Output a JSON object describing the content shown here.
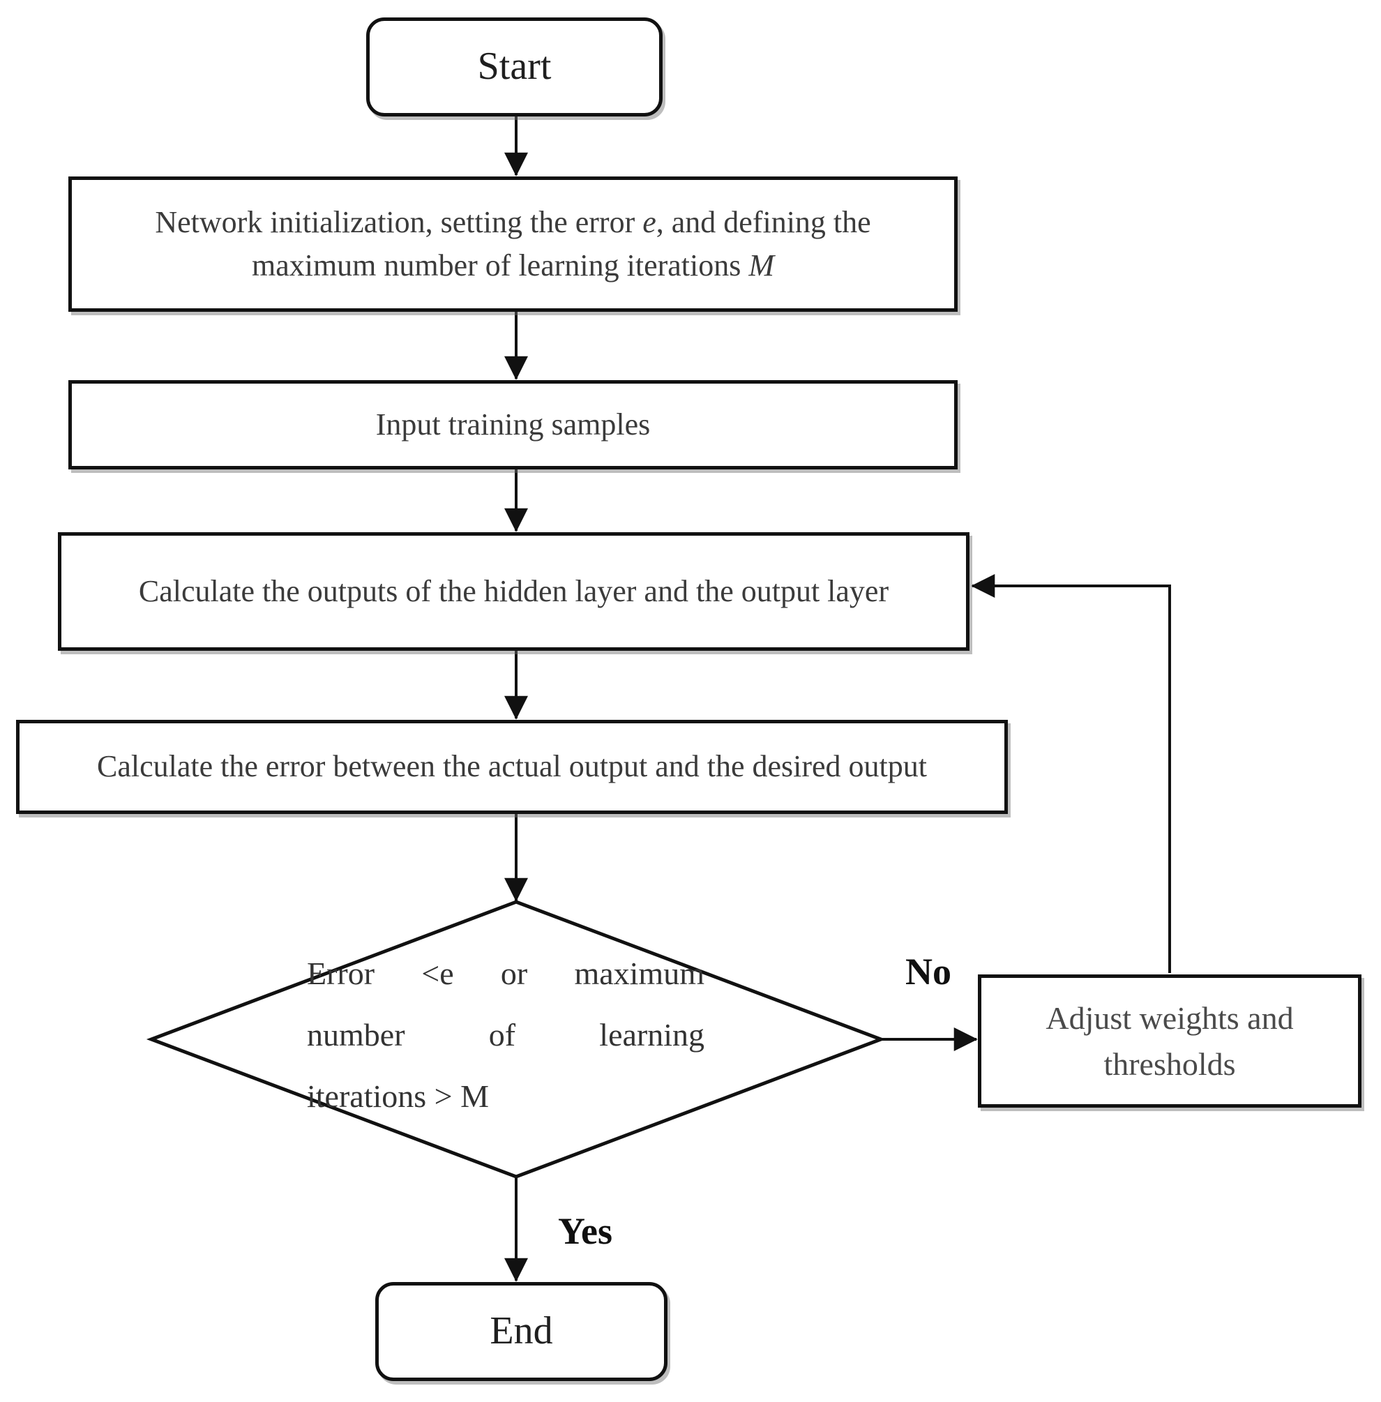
{
  "flowchart": {
    "colors": {
      "background": "#ffffff",
      "stroke": "#111111",
      "text": "#3b3b3b"
    },
    "nodes": {
      "start": {
        "label": "Start"
      },
      "init": {
        "line1_pre": "Network initialization, setting the error ",
        "line1_var": "e",
        "line1_post": ", and defining the",
        "line2_pre": "maximum number of learning iterations ",
        "line2_var": "M"
      },
      "input_samples": {
        "label": "Input training samples"
      },
      "calc_outputs": {
        "label": "Calculate the outputs of the hidden layer and the output layer"
      },
      "calc_error": {
        "label": "Calculate the error between the actual output and the desired output"
      },
      "decision": {
        "lines": [
          "Error <e or maximum",
          "number of learning",
          "iterations > M"
        ]
      },
      "adjust": {
        "label": "Adjust weights and thresholds"
      },
      "end": {
        "label": "End"
      }
    },
    "edge_labels": {
      "no": "No",
      "yes": "Yes"
    }
  }
}
